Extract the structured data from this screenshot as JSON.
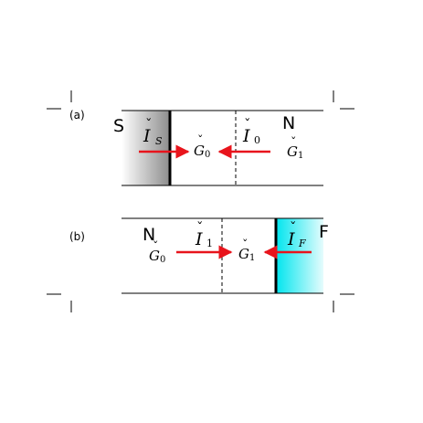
{
  "panel_a": {
    "tag": "(a)",
    "left_letter": "S",
    "right_letter": "N",
    "current_left": {
      "check": "ˇ",
      "symbol": "I",
      "sub": "S"
    },
    "current_right": {
      "check": "ˇ",
      "symbol": "I",
      "sub": "0"
    },
    "green_mid": {
      "check": "ˇ",
      "symbol": "G",
      "sub": "0"
    },
    "green_right": {
      "check": "ˇ",
      "symbol": "G",
      "sub": "1"
    },
    "fill_color": "#8c8c8c"
  },
  "panel_b": {
    "tag": "(b)",
    "left_letter": "N",
    "right_letter": "F",
    "current_left": {
      "check": "ˇ",
      "symbol": "I",
      "sub": "1"
    },
    "current_right": {
      "check": "ˇ",
      "symbol": "I",
      "sub": "F"
    },
    "green_left": {
      "check": "ˇ",
      "symbol": "G",
      "sub": "0"
    },
    "green_mid": {
      "check": "ˇ",
      "symbol": "G",
      "sub": "1"
    },
    "fill_color": "#00e5ee"
  },
  "colors": {
    "arrow": "#e8141c",
    "line": "#000000"
  }
}
